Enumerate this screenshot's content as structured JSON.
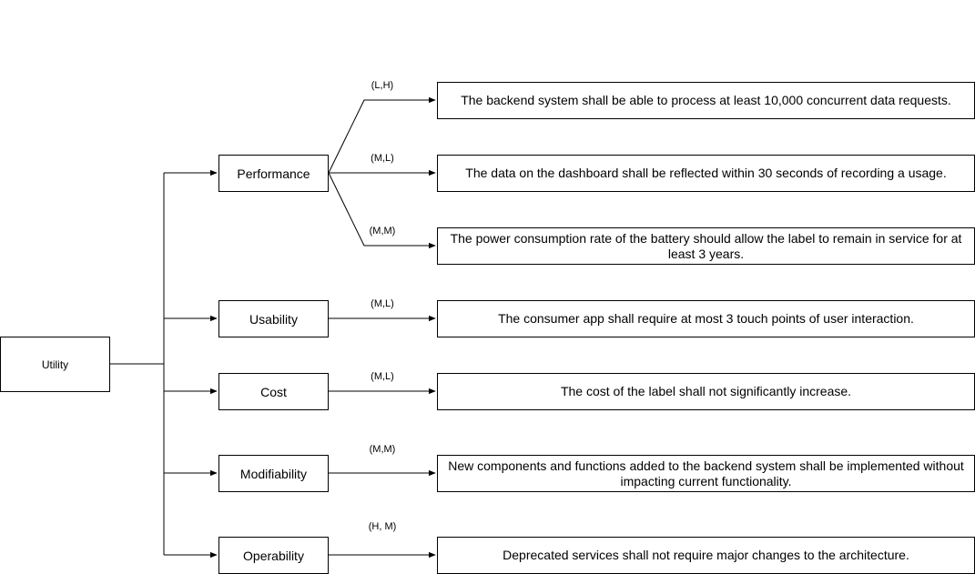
{
  "root": {
    "label": "Utility"
  },
  "attributes": [
    {
      "label": "Performance",
      "scenarios": [
        {
          "rating": "(L,H)",
          "text": "The backend system shall be able to process at least 10,000 concurrent data requests."
        },
        {
          "rating": "(M,L)",
          "text": "The data on the dashboard shall be reflected within 30 seconds of recording a usage."
        },
        {
          "rating": "(M,M)",
          "text": "The power consumption rate of the battery should allow the label to remain in service for at least 3 years."
        }
      ]
    },
    {
      "label": "Usability",
      "scenarios": [
        {
          "rating": "(M,L)",
          "text": "The consumer app shall require at most 3 touch points of user interaction."
        }
      ]
    },
    {
      "label": "Cost",
      "scenarios": [
        {
          "rating": "(M,L)",
          "text": "The cost of the label shall not significantly increase."
        }
      ]
    },
    {
      "label": "Modifiability",
      "scenarios": [
        {
          "rating": "(M,M)",
          "text": "New components and functions added to the backend system shall be implemented without impacting current functionality."
        }
      ]
    },
    {
      "label": "Operability",
      "scenarios": [
        {
          "rating": "(H, M)",
          "text": "Deprecated services shall not require major changes to the architecture."
        }
      ]
    }
  ]
}
